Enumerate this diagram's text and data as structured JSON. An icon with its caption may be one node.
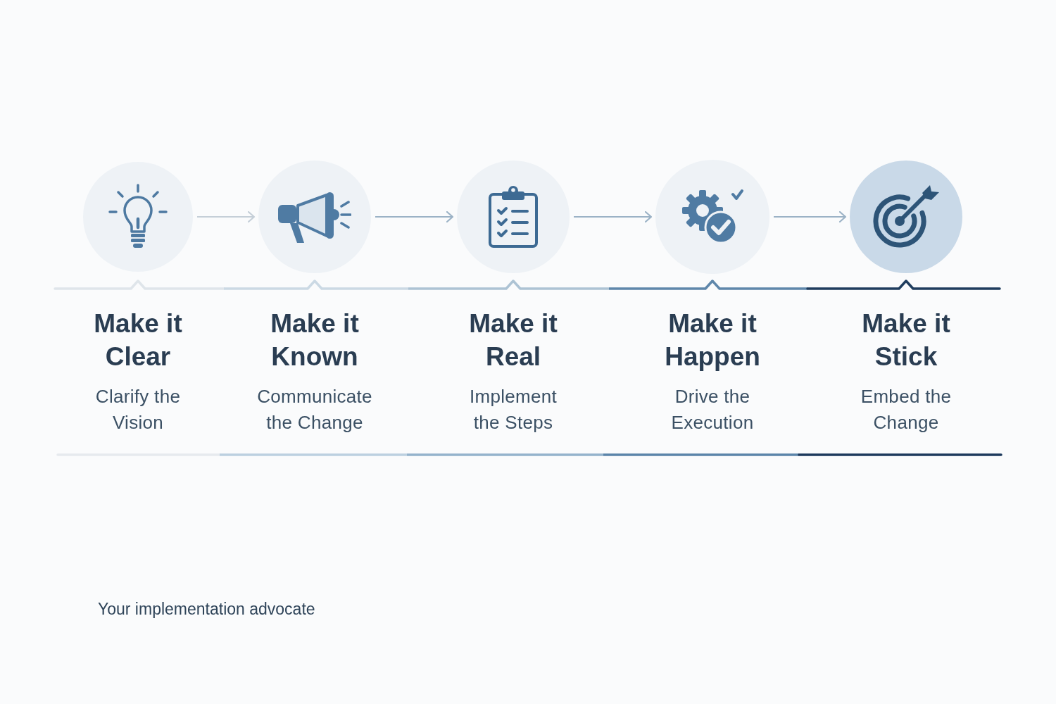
{
  "diagram": {
    "nodes": [
      {
        "text": [],
        "shape": "circle",
        "beside": [
          "Make it Clear",
          "Clarify the Vision"
        ]
      },
      {
        "text": [],
        "shape": "circle",
        "beside": [
          "Make it Known",
          "Communicate the Change"
        ]
      },
      {
        "text": [],
        "shape": "circle",
        "beside": [
          "Make it Real",
          "Implement the Steps"
        ]
      },
      {
        "text": [],
        "shape": "circle",
        "beside": [
          "Make it Happen",
          "Drive the Execution"
        ]
      },
      {
        "text": [],
        "shape": "circle",
        "beside": [
          "Make it Stick",
          "Embed the Change"
        ]
      }
    ],
    "edges": [
      {
        "from": 0,
        "to": 1,
        "arrow": "to",
        "color": "#c5cfd8"
      },
      {
        "from": 1,
        "to": 2,
        "arrow": "to"
      },
      {
        "from": 2,
        "to": 3,
        "arrow": "to"
      },
      {
        "from": 3,
        "to": 4,
        "arrow": "to"
      }
    ],
    "labels": [
      "Your implementation advocate"
    ]
  }
}
